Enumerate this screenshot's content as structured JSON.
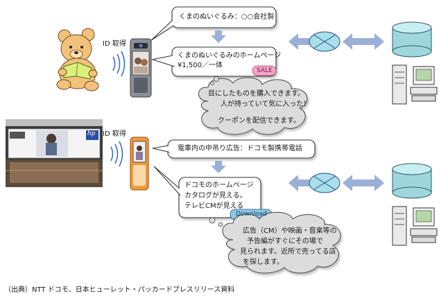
{
  "top": {
    "id_label": "ID 取得",
    "bubble1": "くまのぬいぐるみ：○○会社製",
    "bubble2_line1": "くまのぬいぐるみのホームページ",
    "bubble2_line2": "¥1,500／一体",
    "sale_badge": "SALE",
    "cloud_line1": "目にしたものを購入できます。",
    "cloud_line2": "人が持っていて気に入った！",
    "cloud_line3": "クーポンを配信できます。"
  },
  "bottom": {
    "id_label": "ID 取得",
    "bubble1": "電車内の中吊り広告：ドコモ製携帯電話",
    "bubble2_line1": "ドコモのホームページ",
    "bubble2_line2": "カタログが見える。",
    "bubble2_line3": "テレビCMが見える",
    "download_badge": "Download",
    "cloud_line1": "広告（CM）や映画・音楽等の",
    "cloud_line2": "予告編がすぐにその場で",
    "cloud_line3": "見られます。近所で売ってる店",
    "cloud_line4": "を探します。",
    "poster_logo": "hp"
  },
  "source": "（出典）NTT ドコモ、日本ヒューレット・パッカードプレスリリース資料",
  "colors": {
    "arrow": "#9bb0d8",
    "network": "#a9dfe8",
    "database": "#9fd6dc",
    "sale": "#f5a6c8",
    "download": "#8fc7e6",
    "bear": "#f3c27a",
    "book": "#d9f07a"
  }
}
